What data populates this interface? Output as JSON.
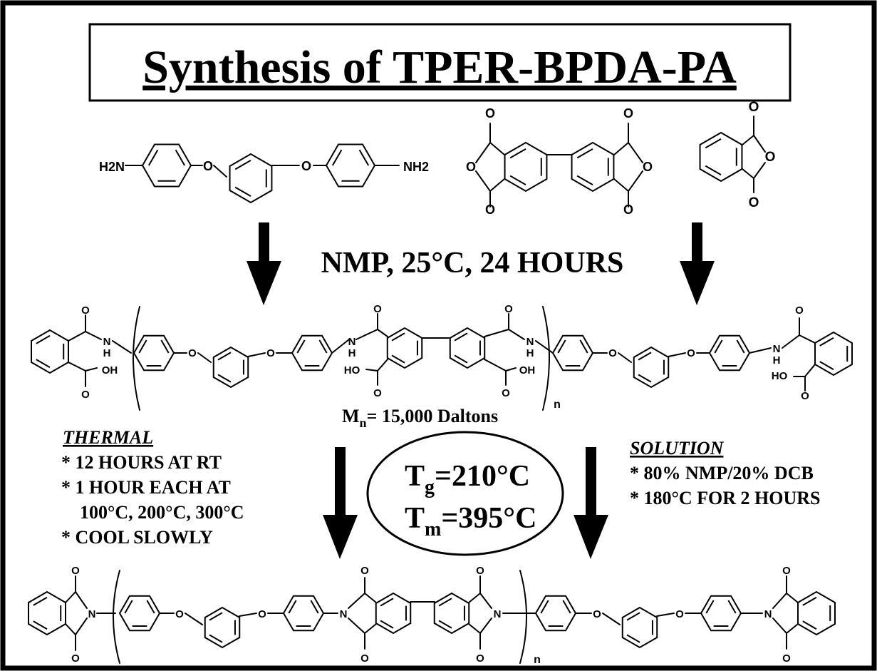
{
  "title": "Synthesis of  TPER-BPDA-PA",
  "atoms": {
    "h2n": "H2N",
    "nh2": "NH2",
    "o": "O",
    "n": "N",
    "h": "H",
    "ho": "HO",
    "oh": "OH",
    "nh": "N",
    "sub_n": "n"
  },
  "reaction_conditions": "NMP, 25°C, 24 HOURS",
  "mn_label": {
    "main": "M",
    "sub": "n",
    "rest": "= 15,000 Daltons"
  },
  "thermal": {
    "heading": "THERMAL",
    "lines": [
      "* 12 HOURS AT RT",
      "* 1 HOUR EACH AT",
      "100°C, 200°C, 300°C",
      "* COOL SLOWLY"
    ]
  },
  "solution": {
    "heading": "SOLUTION",
    "lines": [
      "* 80% NMP/20% DCB",
      "* 180°C FOR 2 HOURS"
    ]
  },
  "properties": {
    "tg": {
      "main": "T",
      "sub": "g",
      "rest": "=210°C"
    },
    "tm": {
      "main": "T",
      "sub": "m",
      "rest": "=395°C"
    }
  },
  "colors": {
    "ink": "#000000",
    "paper": "#ffffff"
  }
}
